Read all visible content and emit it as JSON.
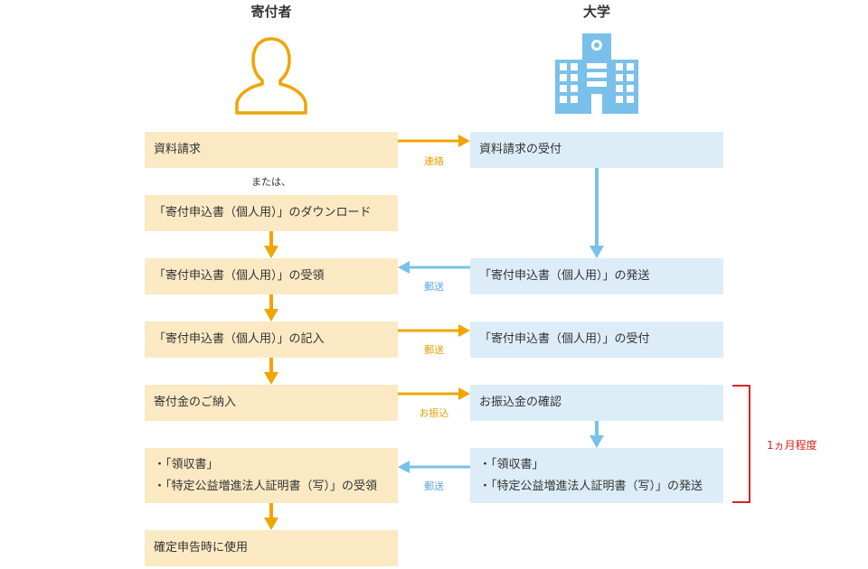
{
  "columns": {
    "donor": "寄付者",
    "university": "大学"
  },
  "donor_steps": {
    "request": "資料請求",
    "or_note": "または、",
    "download": "「寄付申込書（個人用）」のダウンロード",
    "receive_form": "「寄付申込書（個人用）」の受領",
    "fill_form": "「寄付申込書（個人用）」の記入",
    "pay": "寄付金のご納入",
    "receive_docs": [
      "・「領収書」",
      "・「特定公益増進法人証明書（写）」の受領"
    ],
    "use": "確定申告時に使用"
  },
  "university_steps": {
    "accept_request": "資料請求の受付",
    "send_form": "「寄付申込書（個人用）」の発送",
    "accept_form": "「寄付申込書（個人用）」の受付",
    "confirm_payment": "お振込金の確認",
    "send_docs": [
      "・「領収書」",
      "・「特定公益増進法人証明書（写）」の発送"
    ]
  },
  "arrow_labels": {
    "contact": "連絡",
    "mail_1": "郵送",
    "mail_2": "郵送",
    "transfer": "お振込",
    "mail_3": "郵送"
  },
  "duration_note": "1ヵ月程度",
  "colors": {
    "donor_accent": "#f0a500",
    "university_accent": "#79c0ea",
    "bracket": "#d9251c"
  },
  "icons": {
    "donor": "person-icon",
    "university": "building-icon"
  }
}
